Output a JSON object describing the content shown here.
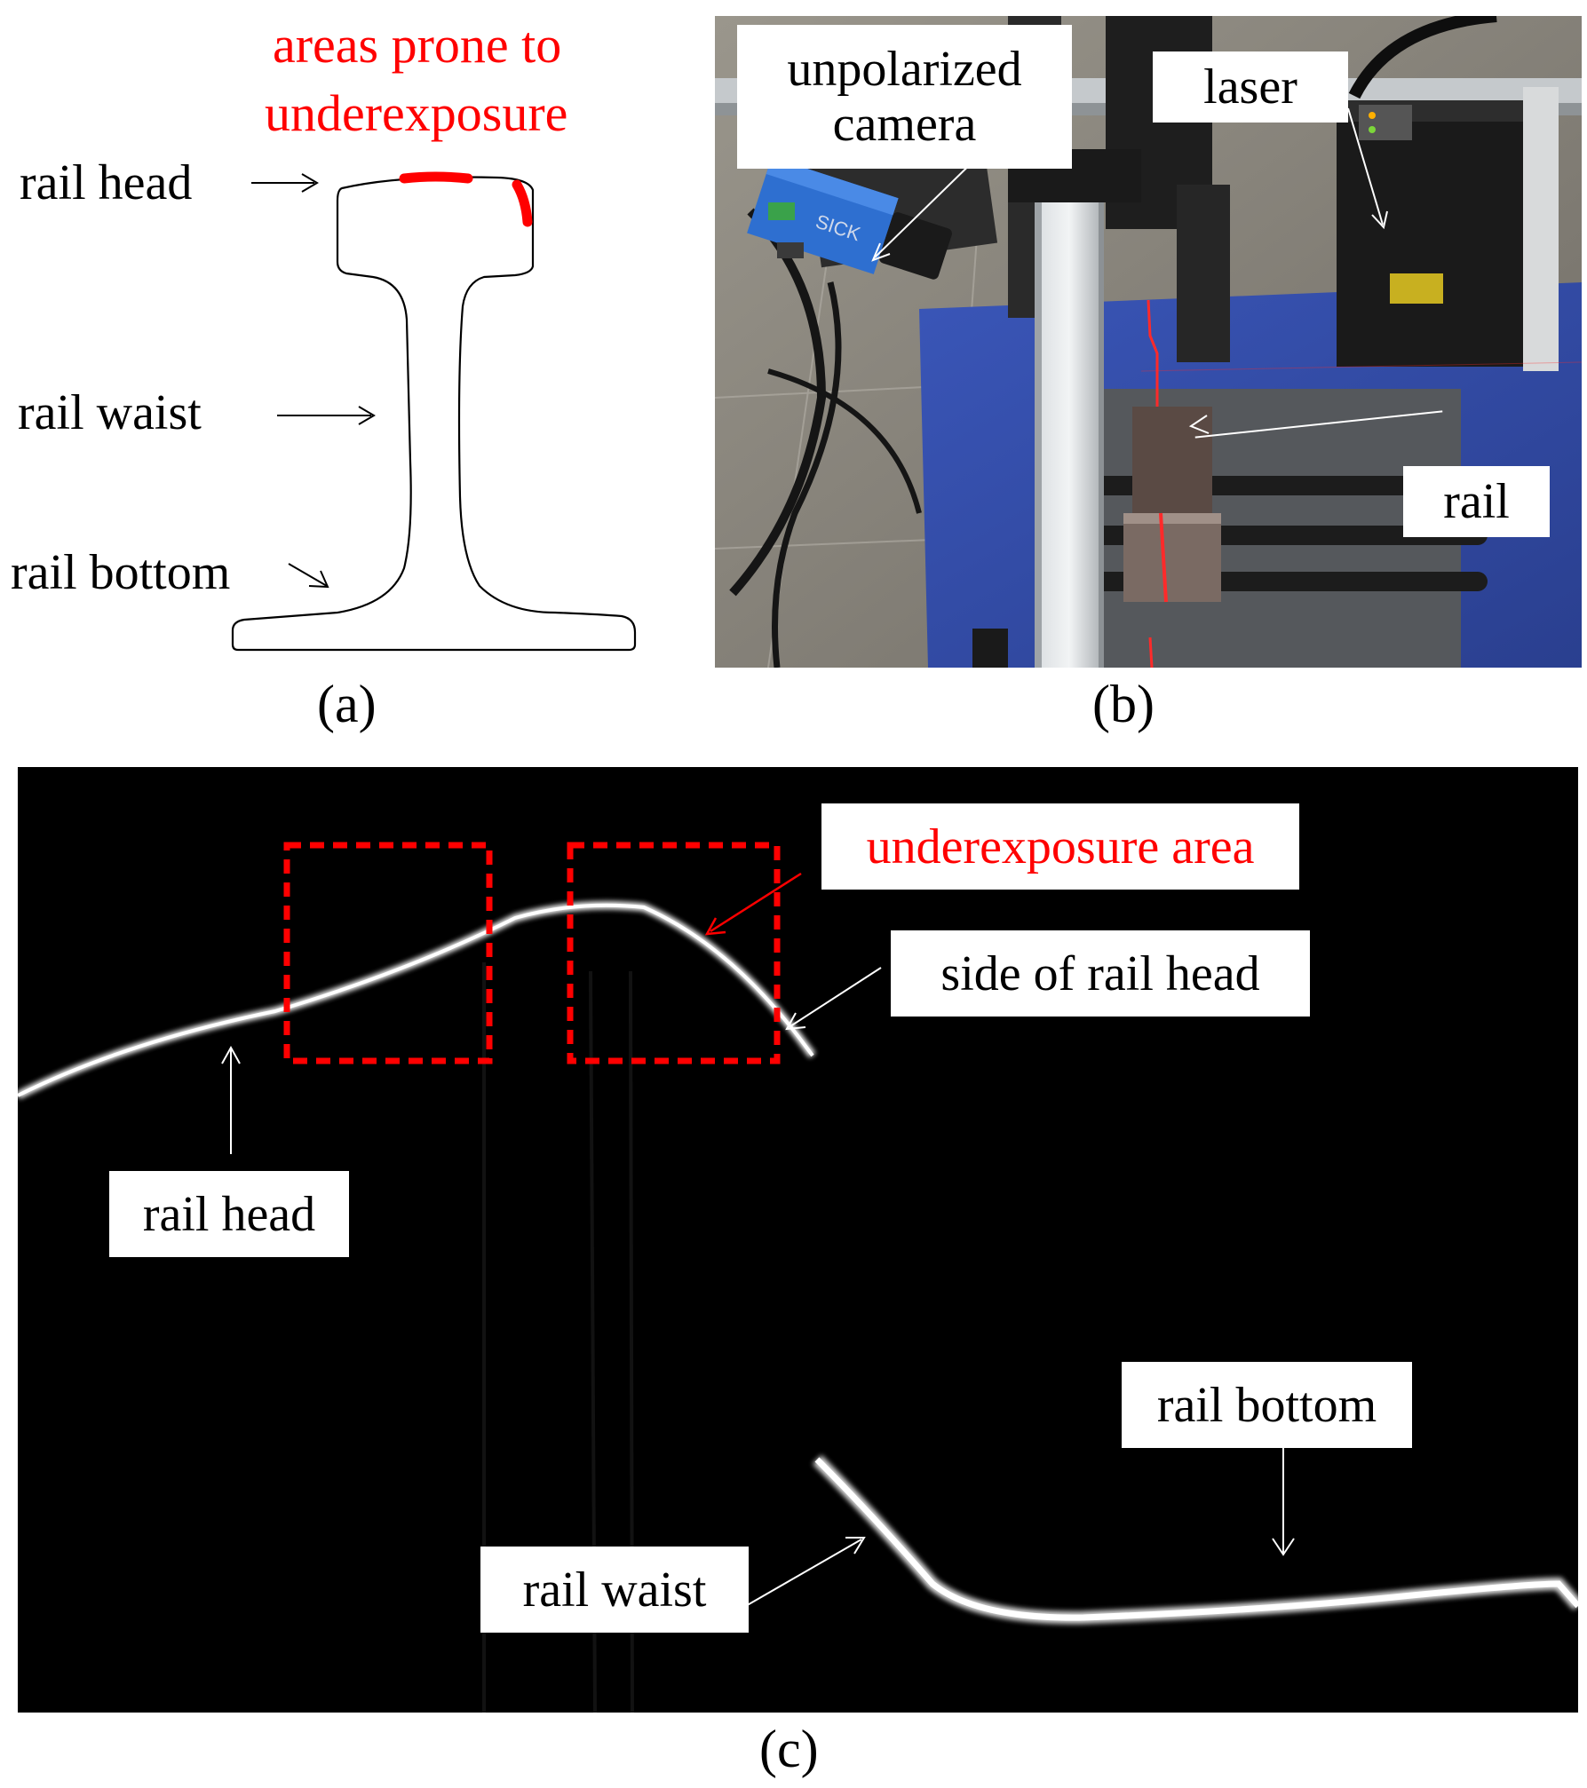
{
  "panel_a": {
    "title_line1": "areas prone to",
    "title_line2": "underexposure",
    "label_head": "rail head",
    "label_waist": "rail waist",
    "label_bottom": "rail bottom",
    "caption": "(a)",
    "highlight_color": "#ff0000"
  },
  "panel_b": {
    "label_camera_line1": "unpolarized",
    "label_camera_line2": "camera",
    "label_laser": "laser",
    "label_rail": "rail",
    "camera_brand": "SICK",
    "caption": "(b)",
    "laser_color": "#ff2a2a"
  },
  "panel_c": {
    "label_underexposure": "underexposure area",
    "label_side_head": "side of rail head",
    "label_head": "rail head",
    "label_bottom": "rail bottom",
    "label_waist": "rail waist",
    "caption": "(c)",
    "box_color": "#ff0000"
  }
}
